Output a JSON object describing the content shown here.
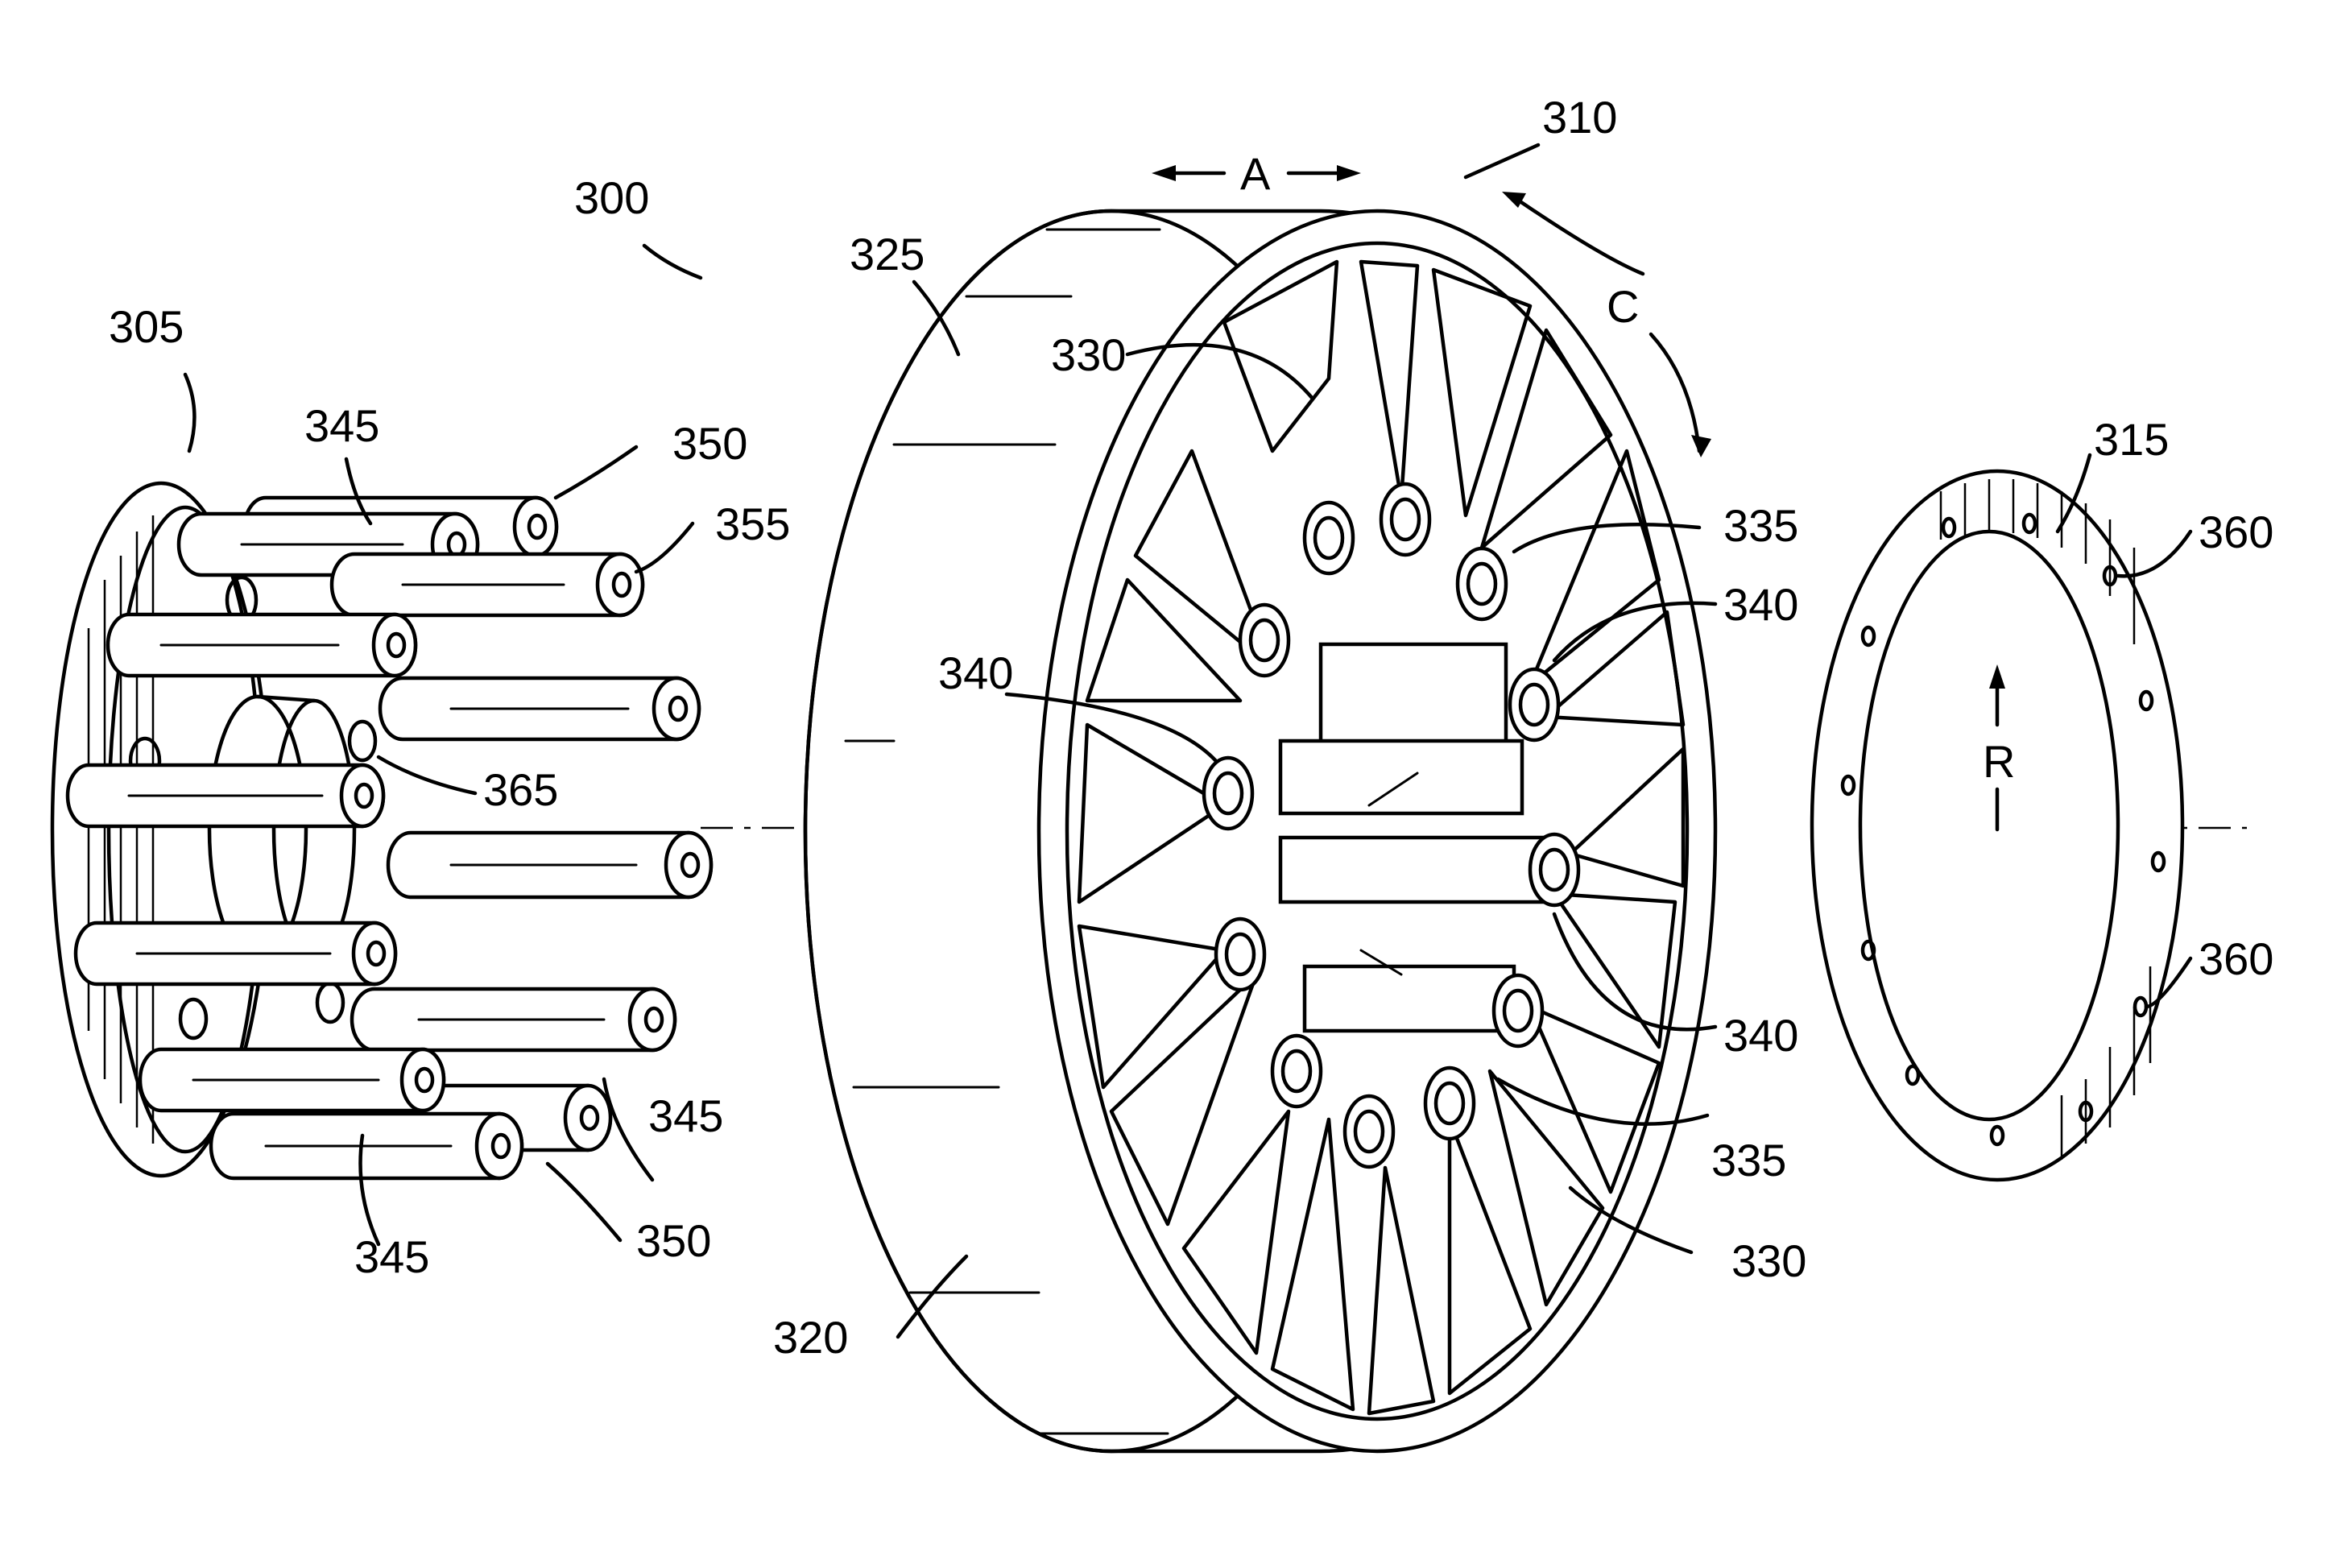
{
  "figure": {
    "labels": {
      "l300": "300",
      "l305": "305",
      "l310": "310",
      "l315": "315",
      "l320": "320",
      "l325": "325",
      "l330a": "330",
      "l330b": "330",
      "l335a": "335",
      "l335b": "335",
      "l340a": "340",
      "l340b": "340",
      "l340c": "340",
      "l345a": "345",
      "l345b": "345",
      "l345c": "345",
      "l350a": "350",
      "l350b": "350",
      "l355": "355",
      "l360a": "360",
      "l360b": "360",
      "l365": "365",
      "dimA": "A",
      "dimC": "C",
      "dimR": "R"
    },
    "components": {
      "carrier": "305",
      "frame": "310",
      "ring": "315"
    }
  }
}
